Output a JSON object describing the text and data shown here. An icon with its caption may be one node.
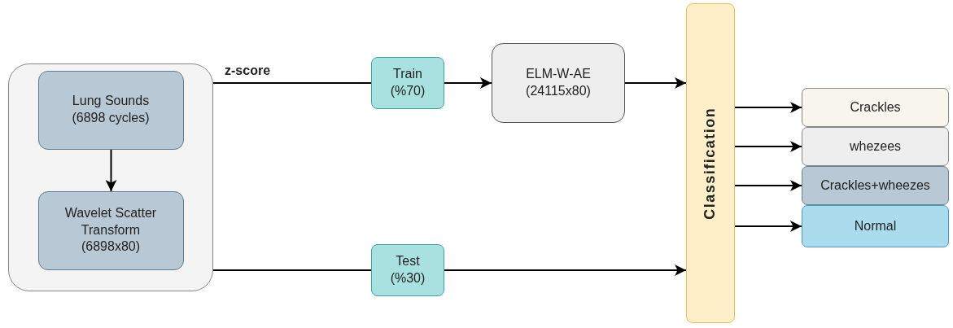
{
  "diagram": {
    "nodes": [
      {
        "text": [],
        "shape": "box"
      },
      {
        "text": [
          "Lung Sounds (6898 cycles)"
        ],
        "in": 0
      },
      {
        "text": [
          "Wavelet Scatter Transform (6898x80)"
        ],
        "in": 0
      },
      {
        "text": [
          "Train (%70)"
        ]
      },
      {
        "text": [
          "ELM-W-AE (24115x80)"
        ]
      },
      {
        "text": [
          "Test (%30)"
        ]
      },
      {
        "text": [
          "Classification"
        ]
      },
      {
        "text": [
          "Crackles"
        ]
      },
      {
        "text": [
          "whezees"
        ]
      },
      {
        "text": [
          "Crackles+wheezes"
        ]
      },
      {
        "text": [
          "Normal"
        ]
      }
    ],
    "edges": [
      {
        "from": 1,
        "to": 2,
        "arrow": "to"
      },
      {
        "from": 0,
        "to": 3,
        "arrow": "none",
        "label": "z-score"
      },
      {
        "from": 0,
        "to": 5,
        "arrow": "none"
      },
      {
        "from": 3,
        "to": 4,
        "arrow": "to"
      },
      {
        "from": 4,
        "to": 6,
        "arrow": "to"
      },
      {
        "from": 5,
        "to": 6,
        "arrow": "to"
      },
      {
        "from": 6,
        "to": 7,
        "arrow": "to"
      },
      {
        "from": 6,
        "to": 8,
        "arrow": "to"
      },
      {
        "from": 6,
        "to": 9,
        "arrow": "to"
      },
      {
        "from": 6,
        "to": 10,
        "arrow": "to"
      }
    ]
  }
}
